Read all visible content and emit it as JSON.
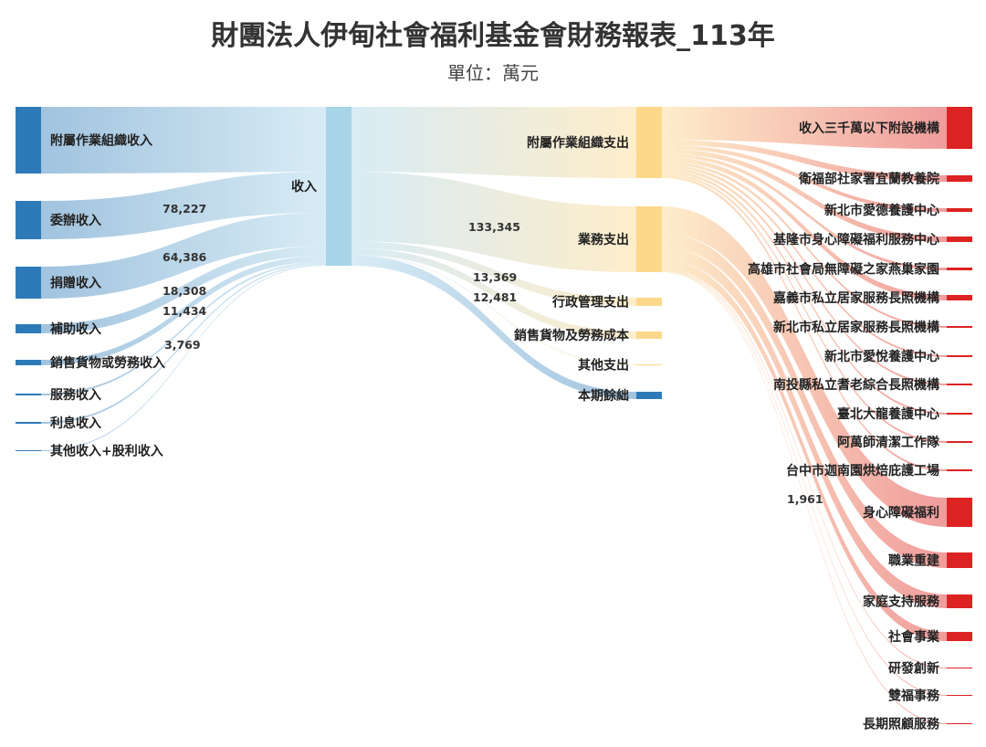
{
  "title": "財團法人伊甸社會福利基金會財務報表_113年",
  "subtitle": "單位：萬元",
  "colors": {
    "source": "#2e7ab8",
    "hub": "#a8d4e8",
    "expense": "#fcd88a",
    "program": "#dd2222"
  },
  "chart_data": {
    "type": "sankey",
    "title": "財團法人伊甸社會福利基金會財務報表_113年",
    "subtitle": "單位：萬元",
    "nodes": [
      {
        "id": "n_sub",
        "name": "附屬作業組織收入"
      },
      {
        "id": "n_commission",
        "name": "委辦收入"
      },
      {
        "id": "n_donation",
        "name": "捐贈收入"
      },
      {
        "id": "n_subsidy",
        "name": "補助收入"
      },
      {
        "id": "n_sales",
        "name": "銷售貨物或勞務收入"
      },
      {
        "id": "n_service",
        "name": "服務收入"
      },
      {
        "id": "n_interest",
        "name": "利息收入"
      },
      {
        "id": "n_other",
        "name": "其他收入+股利收入"
      },
      {
        "id": "n_income",
        "name": "收入"
      },
      {
        "id": "n_sub_exp",
        "name": "附屬作業組織支出"
      },
      {
        "id": "n_business",
        "name": "業務支出"
      },
      {
        "id": "n_admin",
        "name": "行政管理支出"
      },
      {
        "id": "n_cogs",
        "name": "銷售貨物及勞務成本"
      },
      {
        "id": "n_other_exp",
        "name": "其他支出"
      },
      {
        "id": "n_surplus",
        "name": "本期餘絀"
      },
      {
        "id": "p_under30m",
        "name": "收入三千萬以下附設機構"
      },
      {
        "id": "p_yilan",
        "name": "衛福部社家署宜蘭教養院"
      },
      {
        "id": "p_aide",
        "name": "新北市愛德養護中心"
      },
      {
        "id": "p_keelung",
        "name": "基隆市身心障礙福利服務中心"
      },
      {
        "id": "p_kaohsiung",
        "name": "高雄市社會局無障礙之家燕巢家園"
      },
      {
        "id": "p_chiayi",
        "name": "嘉義市私立居家服務長照機構"
      },
      {
        "id": "p_ntp_home",
        "name": "新北市私立居家服務長照機構"
      },
      {
        "id": "p_aiyue",
        "name": "新北市愛悅養護中心"
      },
      {
        "id": "p_nantou",
        "name": "南投縣私立耆老綜合長照機構"
      },
      {
        "id": "p_dalong",
        "name": "臺北大龍養護中心"
      },
      {
        "id": "p_clean",
        "name": "阿萬師清潔工作隊"
      },
      {
        "id": "p_bakery",
        "name": "台中市迦南園烘焙庇護工場"
      },
      {
        "id": "p_disability",
        "name": "身心障礙福利"
      },
      {
        "id": "p_vocational",
        "name": "職業重建"
      },
      {
        "id": "p_family",
        "name": "家庭支持服務"
      },
      {
        "id": "p_social",
        "name": "社會事業"
      },
      {
        "id": "p_rd",
        "name": "研發創新"
      },
      {
        "id": "p_shuangfu",
        "name": "雙福事務"
      },
      {
        "id": "p_ltc",
        "name": "長期照顧服務"
      }
    ],
    "links": [
      {
        "source": "n_sub",
        "target": "n_income",
        "value": 125000
      },
      {
        "source": "n_commission",
        "target": "n_income",
        "value": 78227,
        "label": "78,227"
      },
      {
        "source": "n_donation",
        "target": "n_income",
        "value": 64386,
        "label": "64,386"
      },
      {
        "source": "n_subsidy",
        "target": "n_income",
        "value": 18308,
        "label": "18,308"
      },
      {
        "source": "n_sales",
        "target": "n_income",
        "value": 11434,
        "label": "11,434"
      },
      {
        "source": "n_service",
        "target": "n_income",
        "value": 3769,
        "label": "3,769"
      },
      {
        "source": "n_interest",
        "target": "n_income",
        "value": 2600
      },
      {
        "source": "n_other",
        "target": "n_income",
        "value": 1500
      },
      {
        "source": "n_income",
        "target": "n_sub_exp",
        "value": 125000
      },
      {
        "source": "n_income",
        "target": "n_business",
        "value": 133345,
        "label": "133,345"
      },
      {
        "source": "n_income",
        "target": "n_admin",
        "value": 13369,
        "label": "13,369"
      },
      {
        "source": "n_income",
        "target": "n_cogs",
        "value": 12481,
        "label": "12,481"
      },
      {
        "source": "n_income",
        "target": "n_other_exp",
        "value": 1000
      },
      {
        "source": "n_income",
        "target": "n_surplus",
        "value": 20029
      },
      {
        "source": "n_sub_exp",
        "target": "p_under30m",
        "value": 58000
      },
      {
        "source": "n_sub_exp",
        "target": "p_yilan",
        "value": 9000
      },
      {
        "source": "n_sub_exp",
        "target": "p_aide",
        "value": 7000
      },
      {
        "source": "n_sub_exp",
        "target": "p_keelung",
        "value": 8000
      },
      {
        "source": "n_sub_exp",
        "target": "p_kaohsiung",
        "value": 6000
      },
      {
        "source": "n_sub_exp",
        "target": "p_chiayi",
        "value": 8000
      },
      {
        "source": "n_sub_exp",
        "target": "p_ntp_home",
        "value": 5000
      },
      {
        "source": "n_sub_exp",
        "target": "p_aiyue",
        "value": 5000
      },
      {
        "source": "n_sub_exp",
        "target": "p_nantou",
        "value": 5000
      },
      {
        "source": "n_sub_exp",
        "target": "p_dalong",
        "value": 5000
      },
      {
        "source": "n_sub_exp",
        "target": "p_clean",
        "value": 4000
      },
      {
        "source": "n_sub_exp",
        "target": "p_bakery",
        "value": 5000
      },
      {
        "source": "n_business",
        "target": "p_disability",
        "value": 42000
      },
      {
        "source": "n_business",
        "target": "p_vocational",
        "value": 22000
      },
      {
        "source": "n_business",
        "target": "p_family",
        "value": 20000
      },
      {
        "source": "n_business",
        "target": "p_social",
        "value": 14000
      },
      {
        "source": "n_business",
        "target": "p_rd",
        "value": 1961,
        "label": "1,961"
      },
      {
        "source": "n_business",
        "target": "p_shuangfu",
        "value": 1500
      },
      {
        "source": "n_business",
        "target": "p_ltc",
        "value": 1500
      }
    ]
  }
}
